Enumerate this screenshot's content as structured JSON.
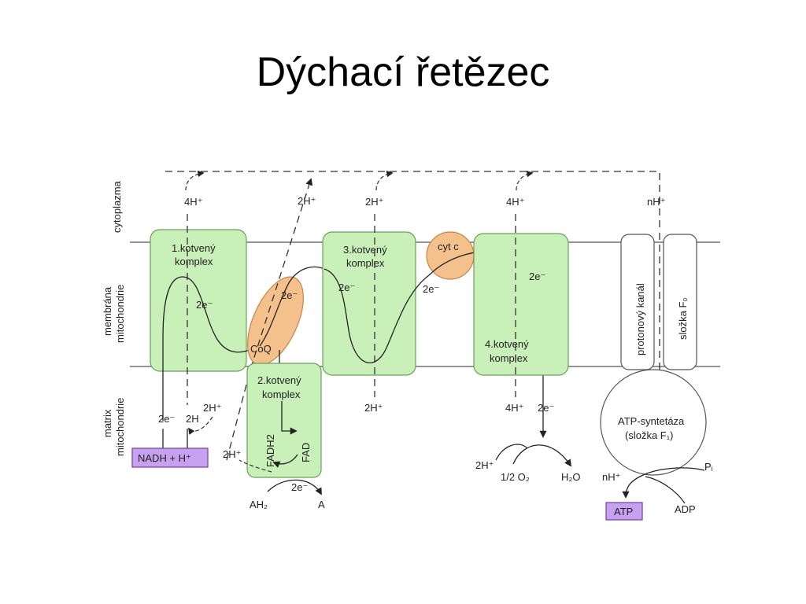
{
  "title": "Dýchací řetězec",
  "regions": {
    "cytoplasm": "cytoplazma",
    "membrane_line1": "membrána",
    "membrane_line2": "mitochondrie",
    "matrix_line1": "matrix",
    "matrix_line2": "mitochondrie"
  },
  "complex1": {
    "line1": "1.kotvený",
    "line2": "komplex",
    "electron": "2e⁻",
    "top_protons": "4H⁺",
    "bot_protons": "2H⁺",
    "bot_e": "2e⁻",
    "bot_h": "2H"
  },
  "complex2": {
    "line1": "2.kotvený",
    "line2": "komplex",
    "fadh2": "FADH2",
    "fad": "FAD",
    "e_label": "2e⁻",
    "h_label": "2H⁺"
  },
  "coq": {
    "label": "CoQ",
    "electron": "2e⁻",
    "top_protons": "2H⁺"
  },
  "complex3": {
    "line1": "3.kotvený",
    "line2": "komplex",
    "electron": "2e⁻",
    "top_protons": "2H⁺",
    "bot_protons": "2H⁺"
  },
  "cytc": {
    "label": "cyt c",
    "electron": "2e⁻"
  },
  "complex4": {
    "line1": "4.kotvený",
    "line2": "komplex",
    "electron": "2e⁻",
    "top_protons": "4H⁺",
    "bot_protons": "4H⁺",
    "bot_e": "2e⁻"
  },
  "water": {
    "protons": "2H⁺",
    "oxygen": "1/2 O₂",
    "product": "H₂O"
  },
  "succinate": {
    "substrate": "AH₂",
    "product": "A"
  },
  "nadh": "NADH + H⁺",
  "atp_synthase": {
    "channel": "protonový kanál",
    "fo": "složka F₀",
    "line1": "ATP-syntetáza",
    "line2": "(složka F₁)",
    "top_protons": "nH⁺",
    "bot_protons": "nH⁺",
    "pi": "Pᵢ",
    "adp": "ADP",
    "atp": "ATP"
  },
  "colors": {
    "complex_fill": "#c8f0b8",
    "complex_stroke": "#6aa05a",
    "orange_fill": "#f4c08c",
    "orange_stroke": "#c88448",
    "purple_fill": "#c8a0f0",
    "purple_stroke": "#7040a0",
    "line": "#333333"
  }
}
